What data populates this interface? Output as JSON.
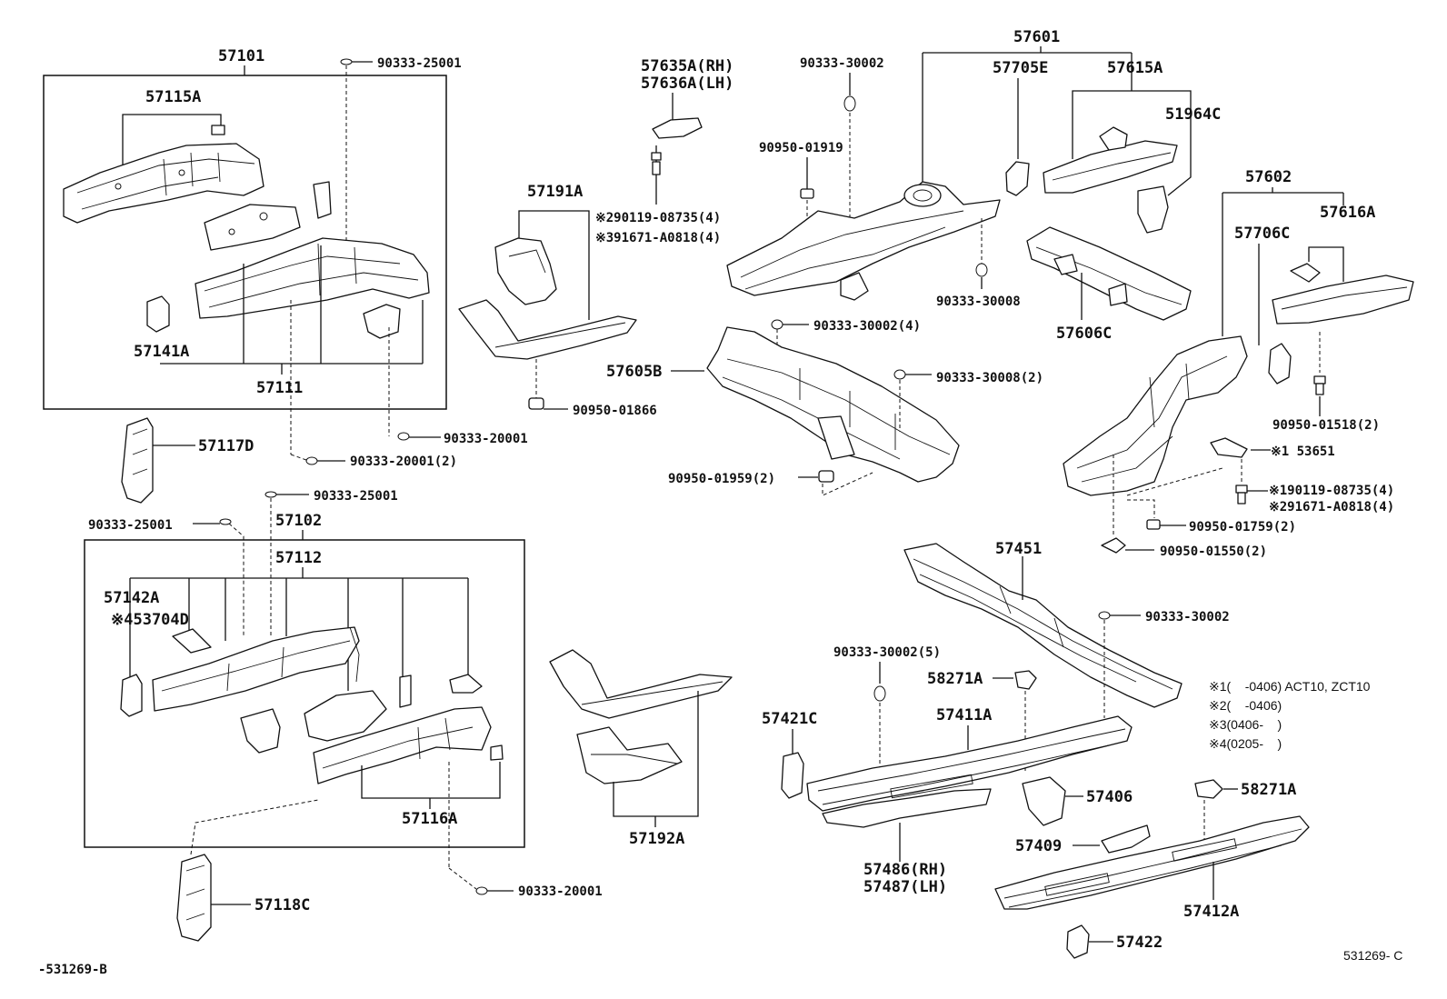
{
  "labels": {
    "p57101": "57101",
    "p90333_25001_a": "90333-25001",
    "p57115A": "57115A",
    "p57141A": "57141A",
    "p57111": "57111",
    "p57117D": "57117D",
    "p90333_20001_a": "90333-20001",
    "p90333_20001_2": "90333-20001(2)",
    "p90333_25001_b": "90333-25001",
    "p90333_25001_c": "90333-25001",
    "p57102": "57102",
    "p57112": "57112",
    "p57142A": "57142A",
    "p53704D": "※453704D",
    "p57116A": "57116A",
    "p57118C": "57118C",
    "p90333_20001_b": "90333-20001",
    "p57635A": "57635A(RH)",
    "p57636A": "57636A(LH)",
    "p290119": "※290119-08735(4)",
    "p391671": "※391671-A0818(4)",
    "p57191A": "57191A",
    "p90950_01866": "90950-01866",
    "p90333_30002_top": "90333-30002",
    "p90950_01919": "90950-01919",
    "p57601": "57601",
    "p57705E": "57705E",
    "p57615A": "57615A",
    "p51964C": "51964C",
    "p90333_30008": "90333-30008",
    "p57606C": "57606C",
    "p90333_30002_4": "90333-30002(4)",
    "p57605B": "57605B",
    "p90333_30008_2": "90333-30008(2)",
    "p90950_01959": "90950-01959(2)",
    "p57602": "57602",
    "p57616A": "57616A",
    "p57706C": "57706C",
    "p90950_01518": "90950-01518(2)",
    "p53651": "※1 53651",
    "p190119": "※190119-08735(4)",
    "p291671": "※291671-A0818(4)",
    "p90950_01759": "90950-01759(2)",
    "p90950_01550": "90950-01550(2)",
    "p57451": "57451",
    "p90333_30002_r": "90333-30002",
    "p90333_30002_5": "90333-30002(5)",
    "p58271A_a": "58271A",
    "p57421C": "57421C",
    "p57411A": "57411A",
    "p57406": "57406",
    "p57486": "57486(RH)",
    "p57487": "57487(LH)",
    "p58271A_b": "58271A",
    "p57409": "57409",
    "p57412A": "57412A",
    "p57422": "57422",
    "p57192A": "57192A"
  },
  "notes": [
    "※1(    -0406) ACT10, ZCT10",
    "※2(    -0406)",
    "※3(0406-    )",
    "※4(0205-    )"
  ],
  "footer": {
    "left_ref": "-531269-B",
    "right_ref": "531269- C"
  }
}
